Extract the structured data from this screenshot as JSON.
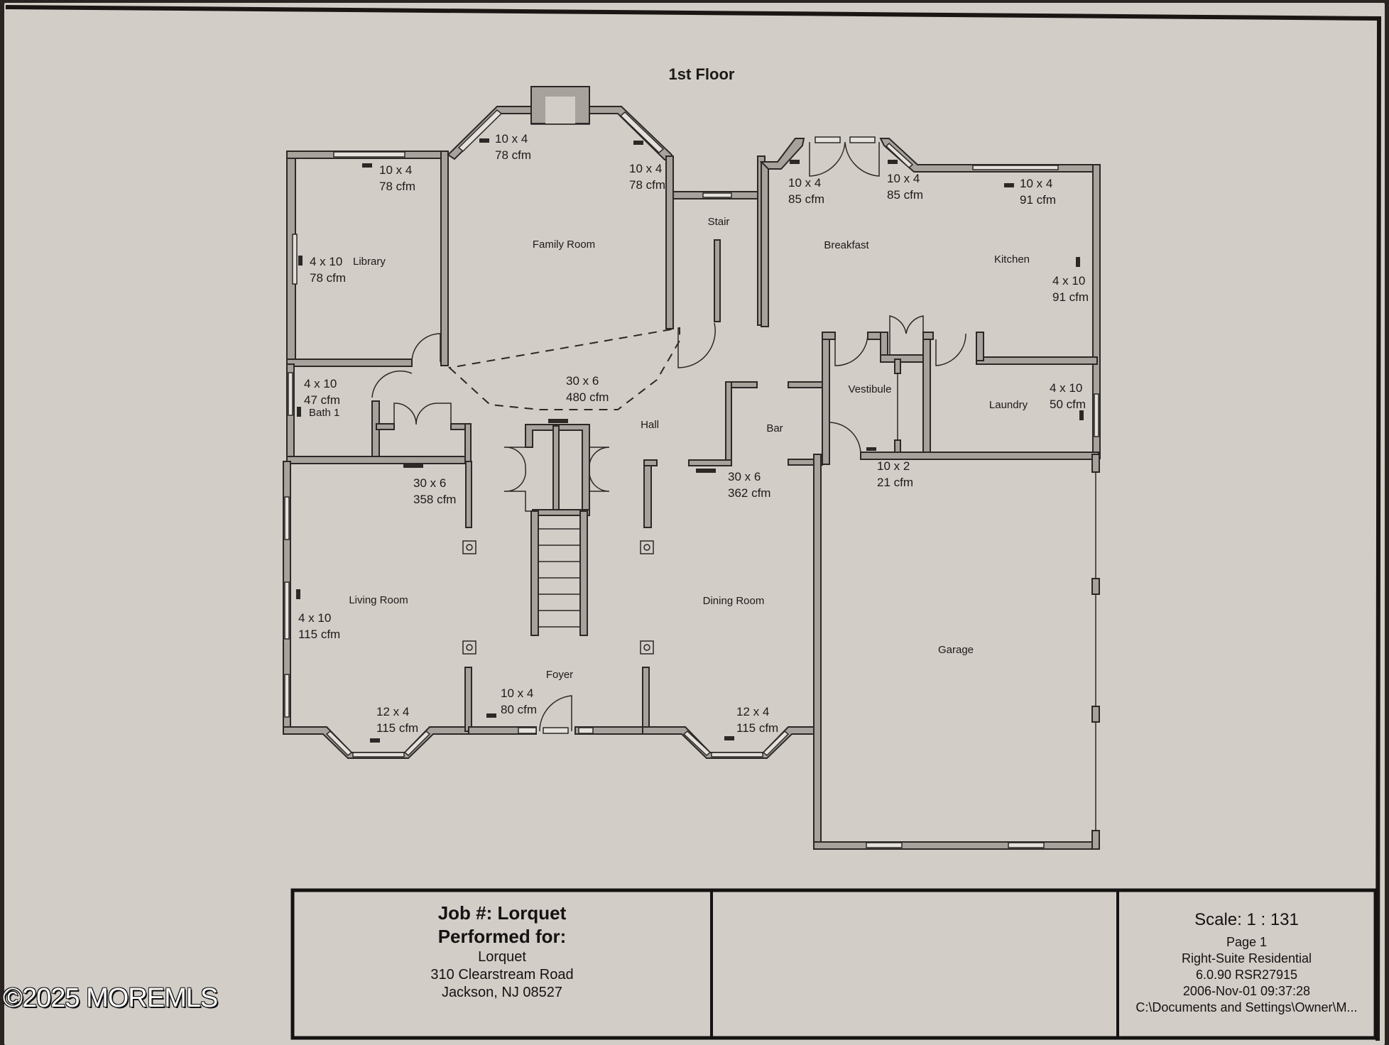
{
  "plan": {
    "title": "1st Floor",
    "rooms": {
      "family_room": "Family Room",
      "stair": "Stair",
      "breakfast": "Breakfast",
      "kitchen": "Kitchen",
      "library": "Library",
      "bath1": "Bath 1",
      "hall": "Hall",
      "bar": "Bar",
      "vestibule": "Vestibule",
      "laundry": "Laundry",
      "living_room": "Living Room",
      "dining_room": "Dining Room",
      "foyer": "Foyer",
      "garage": "Garage"
    },
    "vents": [
      {
        "room": "Family Room",
        "size": "10 x 4",
        "cfm": "78 cfm"
      },
      {
        "room": "Family Room",
        "size": "10 x 4",
        "cfm": "78 cfm"
      },
      {
        "room": "Library",
        "size": "10 x 4",
        "cfm": "78 cfm"
      },
      {
        "room": "Library",
        "size": "4 x 10",
        "cfm": "78 cfm"
      },
      {
        "room": "Breakfast",
        "size": "10 x 4",
        "cfm": "85 cfm"
      },
      {
        "room": "Breakfast",
        "size": "10 x 4",
        "cfm": "85 cfm"
      },
      {
        "room": "Kitchen",
        "size": "10 x 4",
        "cfm": "91 cfm"
      },
      {
        "room": "Kitchen",
        "size": "4 x 10",
        "cfm": "91 cfm"
      },
      {
        "room": "Bath 1",
        "size": "4 x 10",
        "cfm": "47 cfm"
      },
      {
        "room": "Hall",
        "size": "30 x 6",
        "cfm": "480 cfm"
      },
      {
        "room": "Laundry",
        "size": "4 x 10",
        "cfm": "50 cfm"
      },
      {
        "room": "Living Room",
        "size": "30 x 6",
        "cfm": "358 cfm"
      },
      {
        "room": "Dining Room",
        "size": "30 x 6",
        "cfm": "362 cfm"
      },
      {
        "room": "Vestibule",
        "size": "10 x 2",
        "cfm": "21 cfm"
      },
      {
        "room": "Living Room",
        "size": "4 x 10",
        "cfm": "115 cfm"
      },
      {
        "room": "Foyer",
        "size": "10 x 4",
        "cfm": "80 cfm"
      },
      {
        "room": "Living Room",
        "size": "12 x 4",
        "cfm": "115 cfm"
      },
      {
        "room": "Dining Room",
        "size": "12 x 4",
        "cfm": "115 cfm"
      }
    ]
  },
  "title_block": {
    "job": "Job #: Lorquet",
    "performed_for": "Performed for:",
    "client": "Lorquet",
    "address": "310 Clearstream Road",
    "city": "Jackson, NJ 08527",
    "scale": "Scale: 1 : 131",
    "page": "Page 1",
    "software": "Right-Suite Residential",
    "version": "6.0.90 RSR27915",
    "timestamp": "2006-Nov-01 09:37:28",
    "path": "C:\\Documents and Settings\\Owner\\M..."
  },
  "watermark": "©2025 MOREMLS",
  "colors": {
    "paper": "#d3cdc7",
    "wall_fill": "#a8a29d",
    "wall_stroke": "#2b2826",
    "ink": "#1c1a19",
    "frame": "#1a1614"
  }
}
